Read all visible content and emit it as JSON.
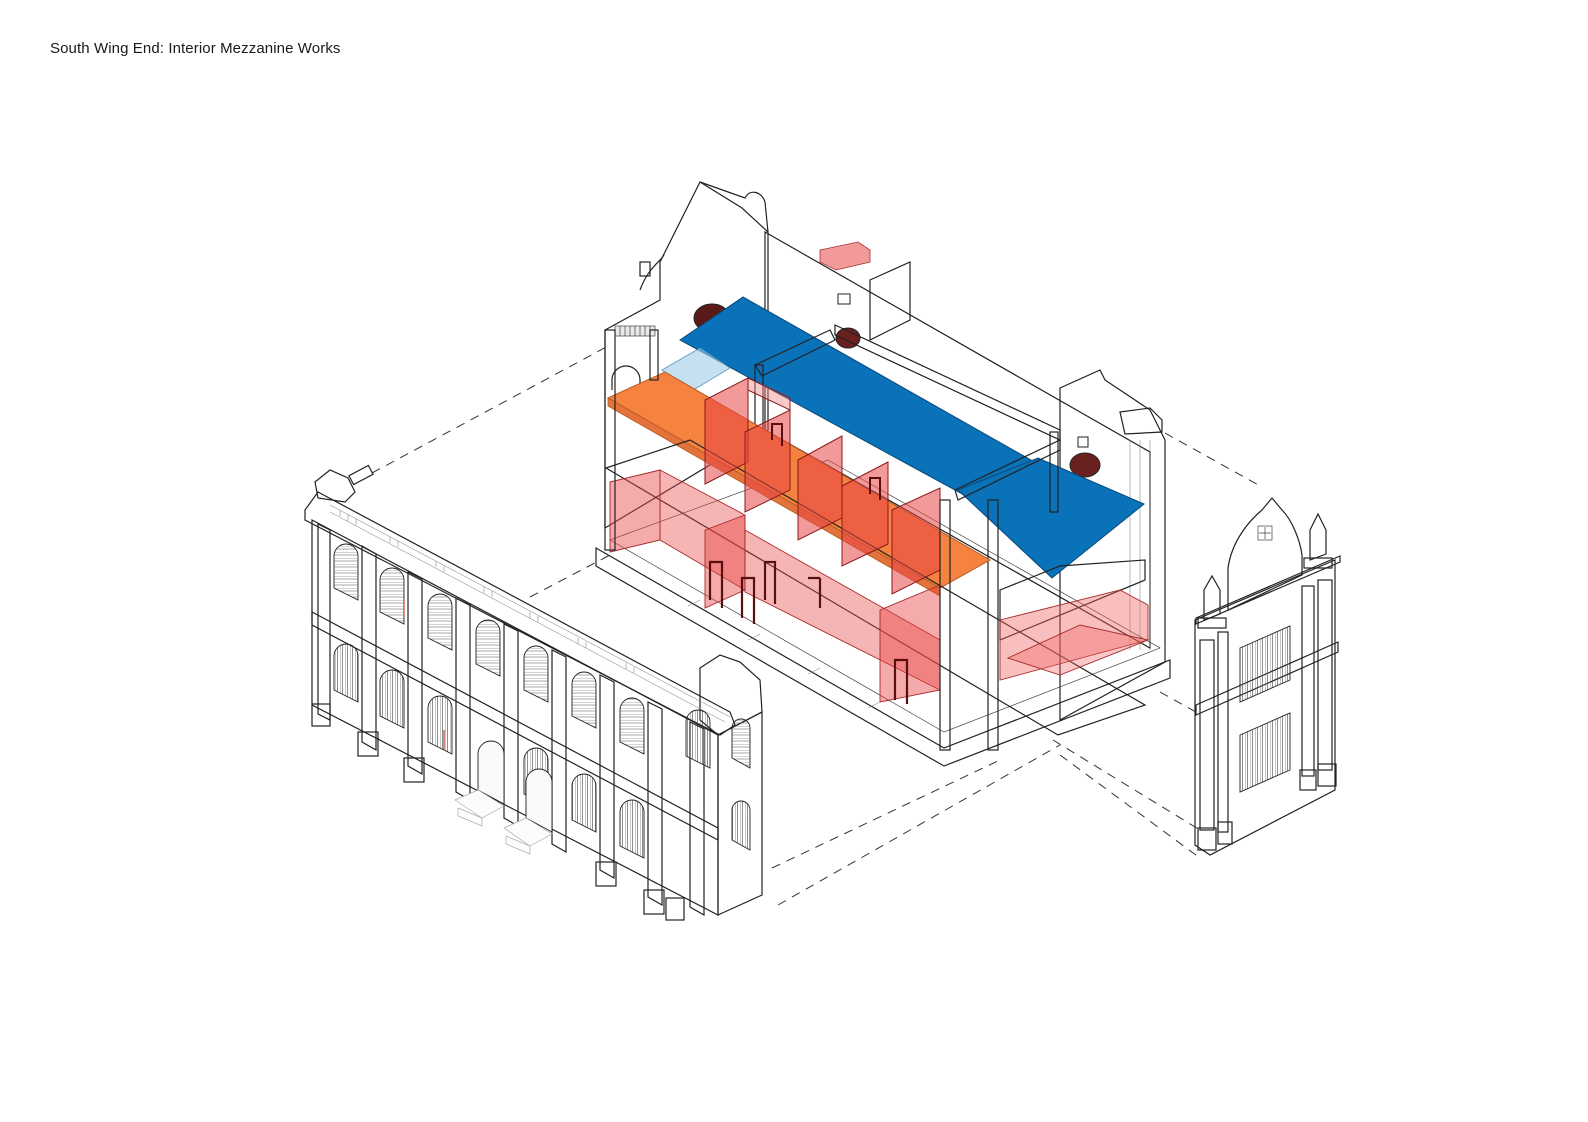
{
  "sheet": {
    "title": "South Wing End: Interior Mezzanine Works"
  },
  "colors": {
    "background": "#ffffff",
    "linework": "#222222",
    "wall_white": "#f4f4f4",
    "wall_shade": "#dcdcdc",
    "roof_slab_blue": "#0a72b8",
    "mezzanine_orange": "#f5823f",
    "partition_red_translucent": "#e8383880",
    "door_frame_dark_red": "#8b1a1a",
    "leader_dash": "#333333"
  },
  "diagram": {
    "type": "exploded-axonometric",
    "parts": [
      "left-elevation-facade",
      "central-building-cutaway",
      "right-end-elevation-facade"
    ]
  }
}
